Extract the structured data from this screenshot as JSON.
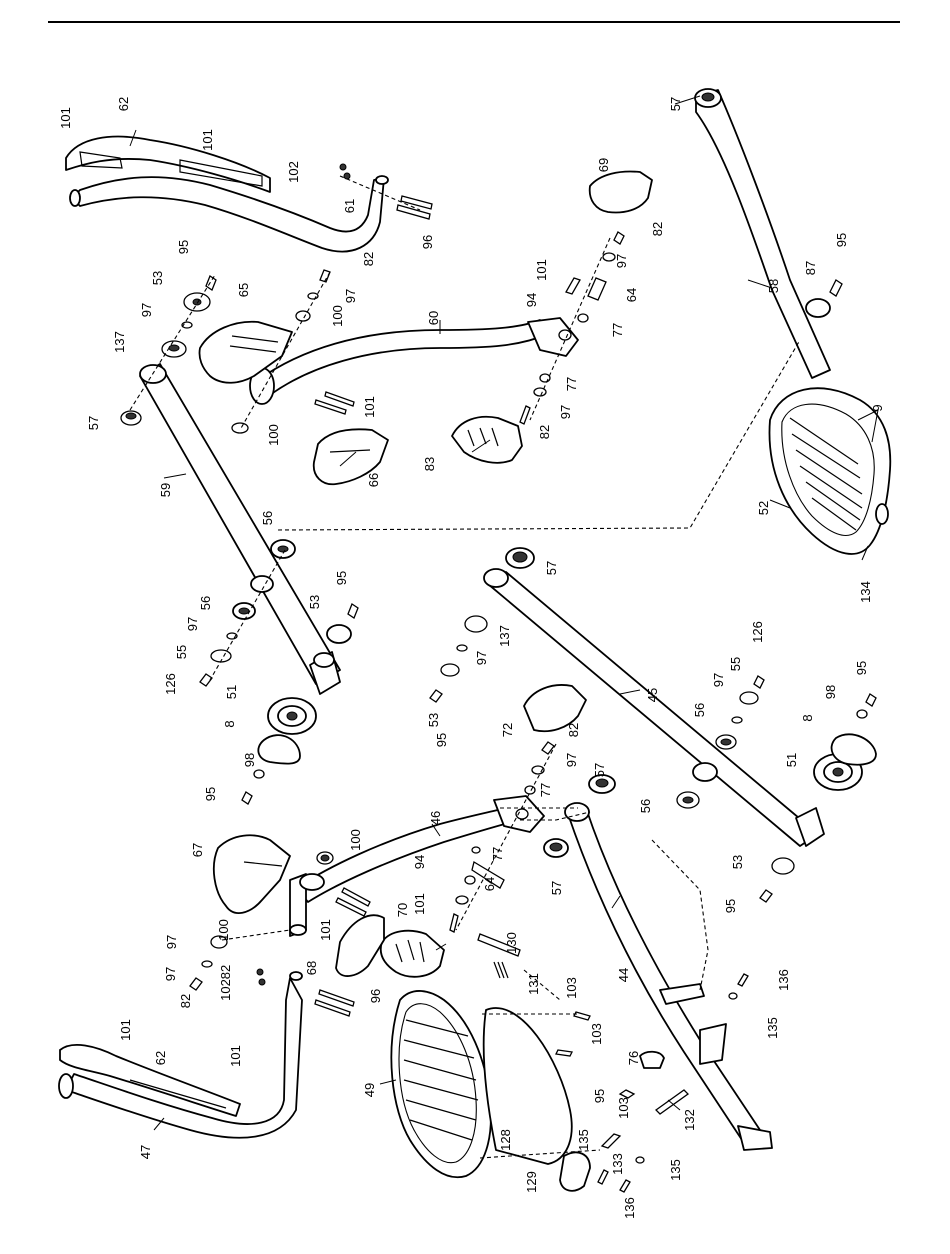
{
  "callouts": [
    "101",
    "62",
    "101",
    "102",
    "61",
    "96",
    "57",
    "69",
    "82",
    "97",
    "64",
    "77",
    "94",
    "101",
    "95",
    "53",
    "97",
    "137",
    "57",
    "65",
    "82",
    "97",
    "100",
    "60",
    "101",
    "100",
    "66",
    "83",
    "77",
    "97",
    "82",
    "58",
    "87",
    "95",
    "9",
    "52",
    "134",
    "59",
    "56",
    "56",
    "97",
    "55",
    "126",
    "53",
    "95",
    "51",
    "8",
    "98",
    "95",
    "57",
    "97",
    "137",
    "53",
    "95",
    "45",
    "56",
    "97",
    "55",
    "126",
    "98",
    "95",
    "8",
    "51",
    "53",
    "95",
    "72",
    "82",
    "97",
    "77",
    "57",
    "56",
    "46",
    "77",
    "64",
    "94",
    "101",
    "57",
    "67",
    "100",
    "70",
    "130",
    "97",
    "82",
    "100",
    "97",
    "82",
    "102",
    "68",
    "101",
    "96",
    "131",
    "44",
    "103",
    "103",
    "135",
    "136",
    "101",
    "62",
    "101",
    "49",
    "76",
    "95",
    "103",
    "132",
    "47",
    "128",
    "135",
    "129",
    "133",
    "135",
    "136"
  ]
}
